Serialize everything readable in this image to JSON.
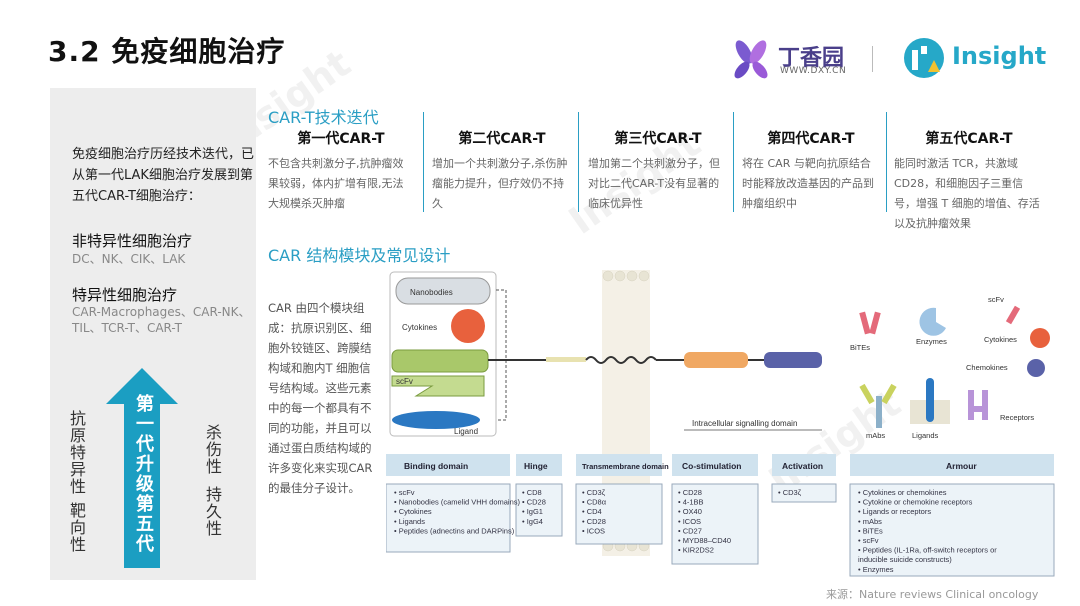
{
  "title": "3.2 免疫细胞治疗",
  "logos": {
    "dxy_name": "丁香园",
    "dxy_url": "WWW.DXY.CN",
    "insight_name": "Insight"
  },
  "sidebar": {
    "intro": "免疫细胞治疗历经技术迭代，已从第一代LAK细胞治疗发展到第五代CAR-T细胞治疗：",
    "nonspecific_title": "非特异性细胞治疗",
    "nonspecific_items": "DC、NK、CIK、LAK",
    "specific_title": "特异性细胞治疗",
    "specific_items": "CAR-Macrophages、CAR-NK、TIL、TCR-T、CAR-T",
    "left_vertical_1": "抗原特异性",
    "left_vertical_2": "靶向性",
    "arrow_text": "第一代升级第五代",
    "right_vertical_1": "杀伤性",
    "right_vertical_2": "持久性"
  },
  "section1_title": "CAR-T技术迭代",
  "generations": [
    {
      "title": "第一代CAR-T",
      "desc": "不包含共刺激分子,抗肿瘤效果较弱，体内扩增有限,无法大规模杀灭肿瘤"
    },
    {
      "title": "第二代CAR-T",
      "desc": "增加一个共刺激分子,杀伤肿瘤能力提升，但疗效仍不持久"
    },
    {
      "title": "第三代CAR-T",
      "desc": "增加第二个共刺激分子，但对比二代CAR-T没有显著的临床优异性"
    },
    {
      "title": "第四代CAR-T",
      "desc": "将在 CAR 与靶向抗原结合时能释放改造基因的产品到肿瘤组织中"
    },
    {
      "title": "第五代CAR-T",
      "desc": "能同时激活 TCR，共激域CD28，和细胞因子三重信号，增强 T 细胞的增值、存活以及抗肿瘤效果"
    }
  ],
  "section2_title": "CAR 结构模块及常见设计",
  "car_description": "CAR 由四个模块组成：抗原识别区、细胞外铰链区、跨膜结构域和胞内T 细胞信号结构域。这些元素中的每一个都具有不同的功能，并且可以通过蛋白质结构域的许多变化来实现CAR 的最佳分子设计。",
  "diagram": {
    "labels": {
      "nanobodies": "Nanobodies",
      "cytokines": "Cytokines",
      "scfv": "scFv",
      "ligand": "Ligand",
      "bites": "BiTEs",
      "enzymes": "Enzymes",
      "scfv2": "scFv",
      "cytokines2": "Cytokines",
      "chemokines": "Chemokines",
      "mabs": "mAbs",
      "ligands": "Ligands",
      "receptors": "Receptors",
      "intracellular": "Intracellular signalling domain"
    },
    "domains": [
      {
        "header": "Binding domain",
        "items": [
          "• scFv",
          "• Nanobodies (camelid VHH domains)",
          "• Cytokines",
          "• Ligands",
          "• Peptides (adnectins and DARPins)"
        ]
      },
      {
        "header": "Hinge",
        "items": [
          "• CD8",
          "• CD28",
          "• IgG1",
          "• IgG4"
        ]
      },
      {
        "header": "Transmembrane domain",
        "items": [
          "• CD3ζ",
          "• CD8α",
          "• CD4",
          "• CD28",
          "• ICOS"
        ]
      },
      {
        "header": "Co-stimulation",
        "items": [
          "• CD28",
          "• 4-1BB",
          "• OX40",
          "• ICOS",
          "• CD27",
          "• MYD88–CD40",
          "• KIR2DS2"
        ]
      },
      {
        "header": "Activation",
        "items": [
          "• CD3ζ"
        ]
      },
      {
        "header": "Armour",
        "items": [
          "• Cytokines or chemokines",
          "• Cytokine or chemokine receptors",
          "• Ligands or receptors",
          "• mAbs",
          "• BiTEs",
          "• scFv",
          "• Peptides (IL-1Ra, off-switch receptors or",
          "  inducible suicide constructs)",
          "• Enzymes"
        ]
      }
    ]
  },
  "source": "来源：Nature reviews Clinical oncology",
  "colors": {
    "accent": "#2a9ec4",
    "arrow": "#1b9ec2",
    "sidebar_bg": "#ededed"
  }
}
